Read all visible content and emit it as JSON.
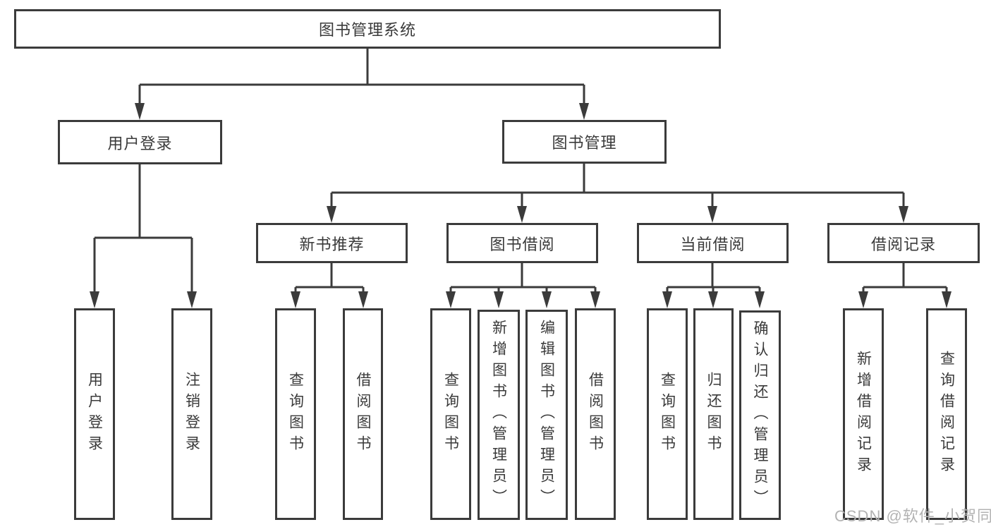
{
  "diagram": {
    "root": {
      "label": "图书管理系统"
    },
    "branches": [
      {
        "label": "用户登录",
        "children": [
          {
            "label": "用户登录"
          },
          {
            "label": "注销登录"
          }
        ]
      },
      {
        "label": "图书管理",
        "children": [
          {
            "label": "新书推荐",
            "children": [
              {
                "label": "查询图书"
              },
              {
                "label": "借阅图书"
              }
            ]
          },
          {
            "label": "图书借阅",
            "children": [
              {
                "label": "查询图书"
              },
              {
                "label": "新增图书（管理员）"
              },
              {
                "label": "编辑图书（管理员）"
              },
              {
                "label": "借阅图书"
              }
            ]
          },
          {
            "label": "当前借阅",
            "children": [
              {
                "label": "查询图书"
              },
              {
                "label": "归还图书"
              },
              {
                "label": "确认归还（管理员）"
              }
            ]
          },
          {
            "label": "借阅记录",
            "children": [
              {
                "label": "新增借阅记录"
              },
              {
                "label": "查询借阅记录"
              }
            ]
          }
        ]
      }
    ]
  },
  "watermark": {
    "text": "CSDN @软件_小贺同学"
  },
  "colors": {
    "line": "#3b3b3b",
    "text": "#3a3a3a",
    "watermark": "#b3b3b3",
    "background": "#ffffff"
  }
}
